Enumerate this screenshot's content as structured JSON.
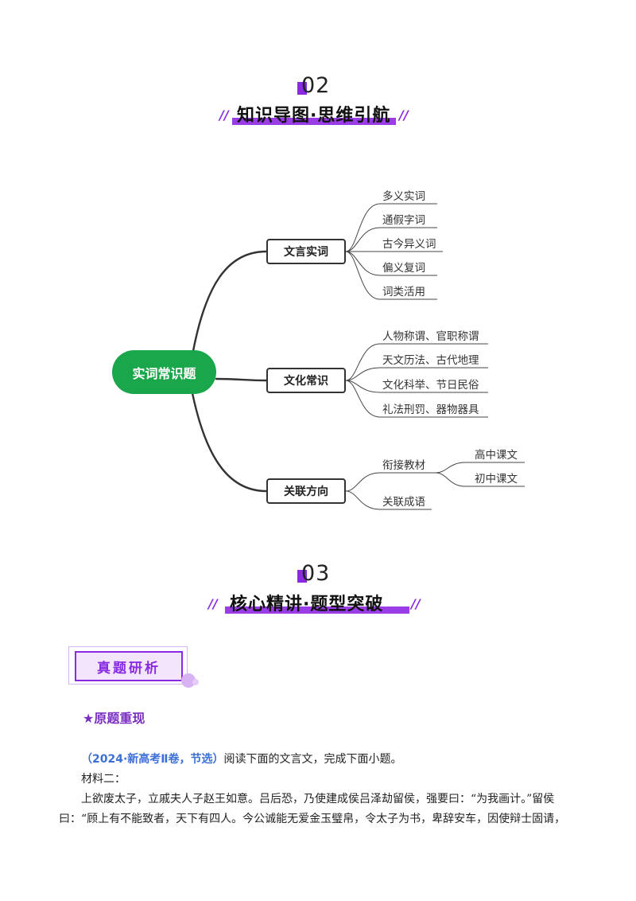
{
  "section2": {
    "number": "02",
    "title": "知识导图·思维引航",
    "slashes": "//"
  },
  "mindmap": {
    "root": "实词常识题",
    "branches": [
      {
        "label": "文言实词",
        "leaves": [
          "多义实词",
          "通假字词",
          "古今异义词",
          "偏义复词",
          "词类活用"
        ]
      },
      {
        "label": "文化常识",
        "leaves": [
          "人物称谓、官职称谓",
          "天文历法、古代地理",
          "文化科举、节日民俗",
          "礼法刑罚、器物器具"
        ]
      },
      {
        "label": "关联方向",
        "leaves": [
          "衔接教材",
          "关联成语"
        ],
        "subleaves": [
          "高中课文",
          "初中课文"
        ]
      }
    ]
  },
  "section3": {
    "number": "03",
    "title": "核心精讲·题型突破",
    "slashes": "//"
  },
  "badge": {
    "label": "真题研析"
  },
  "subheading": "★原题重现",
  "question": {
    "source": "（2024·新高考Ⅱ卷，节选）",
    "prompt": "阅读下面的文言文，完成下面小题。",
    "material_label": "材料二：",
    "line1": "上欲废太子，立戚夫人子赵王如意。吕后恐，乃使建成侯吕泽劫留侯，强要曰：“为我画计。”留侯",
    "line2": "曰：“顾上有不能致者，天下有四人。今公诚能无爱金玉璧帛，令太子为书，卑辞安车，因使辩士固请，"
  }
}
